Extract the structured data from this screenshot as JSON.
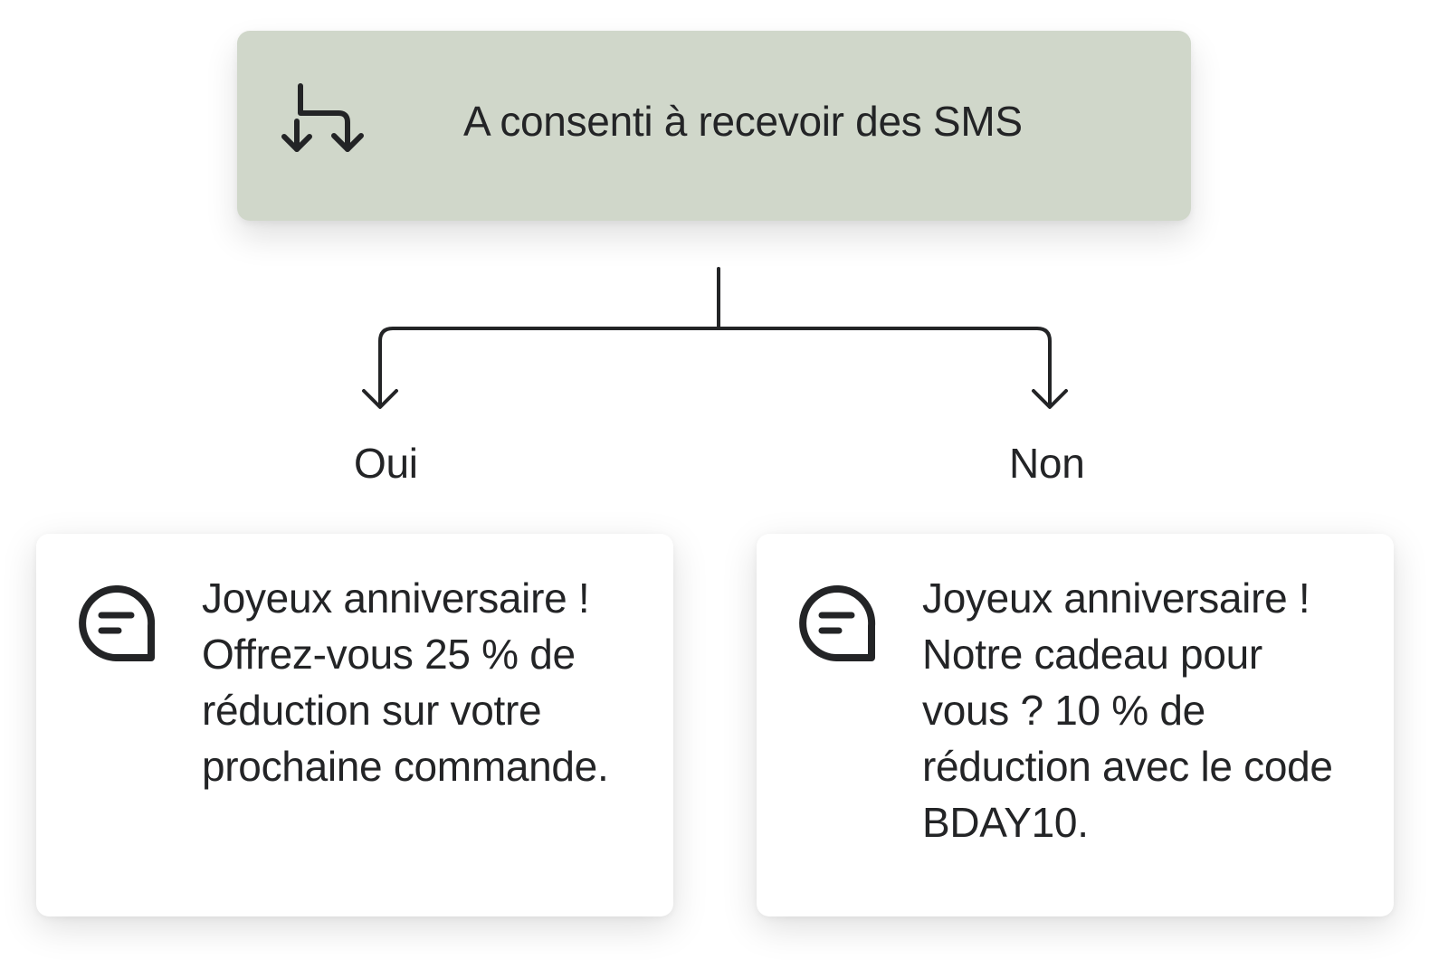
{
  "condition": {
    "icon": "split-arrows-icon",
    "label": "A consenti à recevoir des SMS"
  },
  "branches": {
    "yes": {
      "label": "Oui",
      "message_icon": "chat-bubble-icon",
      "message": "Joyeux anniversaire ! Offrez-vous 25 % de réduction sur votre prochaine commande."
    },
    "no": {
      "label": "Non",
      "message_icon": "chat-bubble-icon",
      "message": "Joyeux anniversaire ! Notre cadeau pour vous ? 10 % de réduction avec le code BDAY10."
    }
  },
  "colors": {
    "condition_background": "#d0d7ca",
    "text": "#232426",
    "card_background": "#ffffff"
  }
}
